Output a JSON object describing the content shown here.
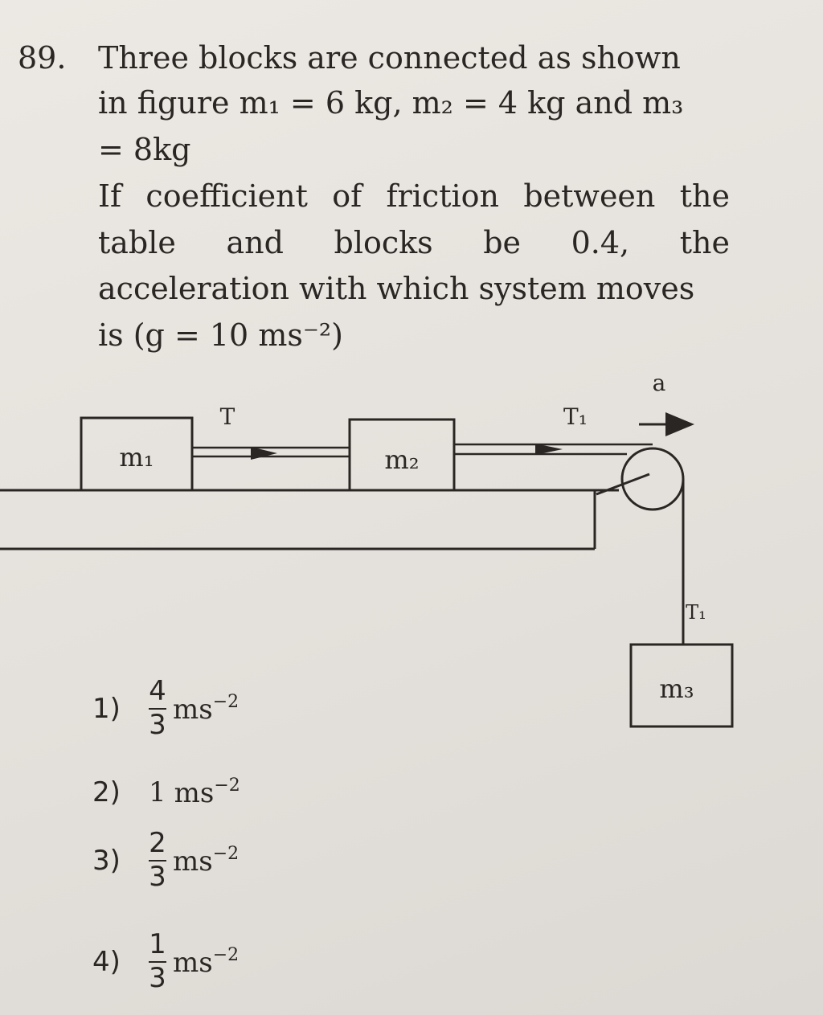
{
  "question": {
    "number": "89.",
    "lines": [
      "Three blocks are connected as shown",
      "in figure m₁ = 6 kg, m₂ = 4 kg and m₃",
      "= 8kg"
    ],
    "para2_row1": [
      "If",
      "coefficient",
      "of",
      "friction",
      "between",
      "the"
    ],
    "para2_row2": [
      "table",
      "and",
      "blocks",
      "be",
      "0.4,",
      "the"
    ],
    "para2_row3": "acceleration with which system moves",
    "para2_row4": "is (g = 10 ms⁻²)"
  },
  "figure": {
    "label_m1": "m₁",
    "label_m2": "m₂",
    "label_m3": "m₃",
    "label_T": "T",
    "label_T1_top": "T₁",
    "label_T1_side": "T₁",
    "label_a": "a"
  },
  "options": [
    {
      "num": "1)",
      "numerator": "4",
      "denominator": "3",
      "unit": "ms",
      "exp": "−2"
    },
    {
      "num": "2)",
      "value": "1",
      "unit": "ms",
      "exp": "−2"
    },
    {
      "num": "3)",
      "numerator": "2",
      "denominator": "3",
      "unit": "ms",
      "exp": "−2"
    },
    {
      "num": "4)",
      "numerator": "1",
      "denominator": "3",
      "unit": "ms",
      "exp": "−2"
    }
  ]
}
